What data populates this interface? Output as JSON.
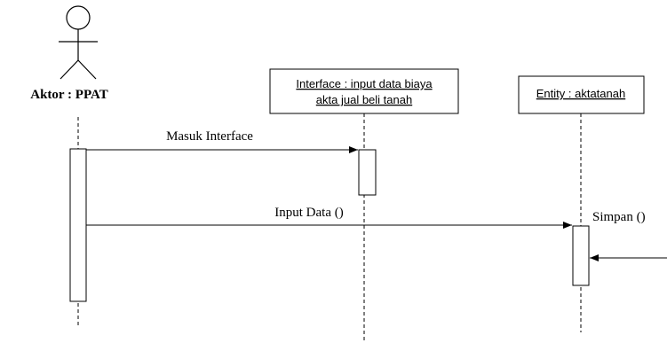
{
  "actor": {
    "label": "Aktor : PPAT"
  },
  "objects": [
    {
      "line1": "Interface : input data biaya",
      "line2": "akta jual beli tanah"
    },
    {
      "line1": "Entity : aktatanah"
    }
  ],
  "messages": [
    {
      "label": "Masuk Interface"
    },
    {
      "label": "Input Data ()"
    },
    {
      "label": "Simpan ()"
    }
  ]
}
